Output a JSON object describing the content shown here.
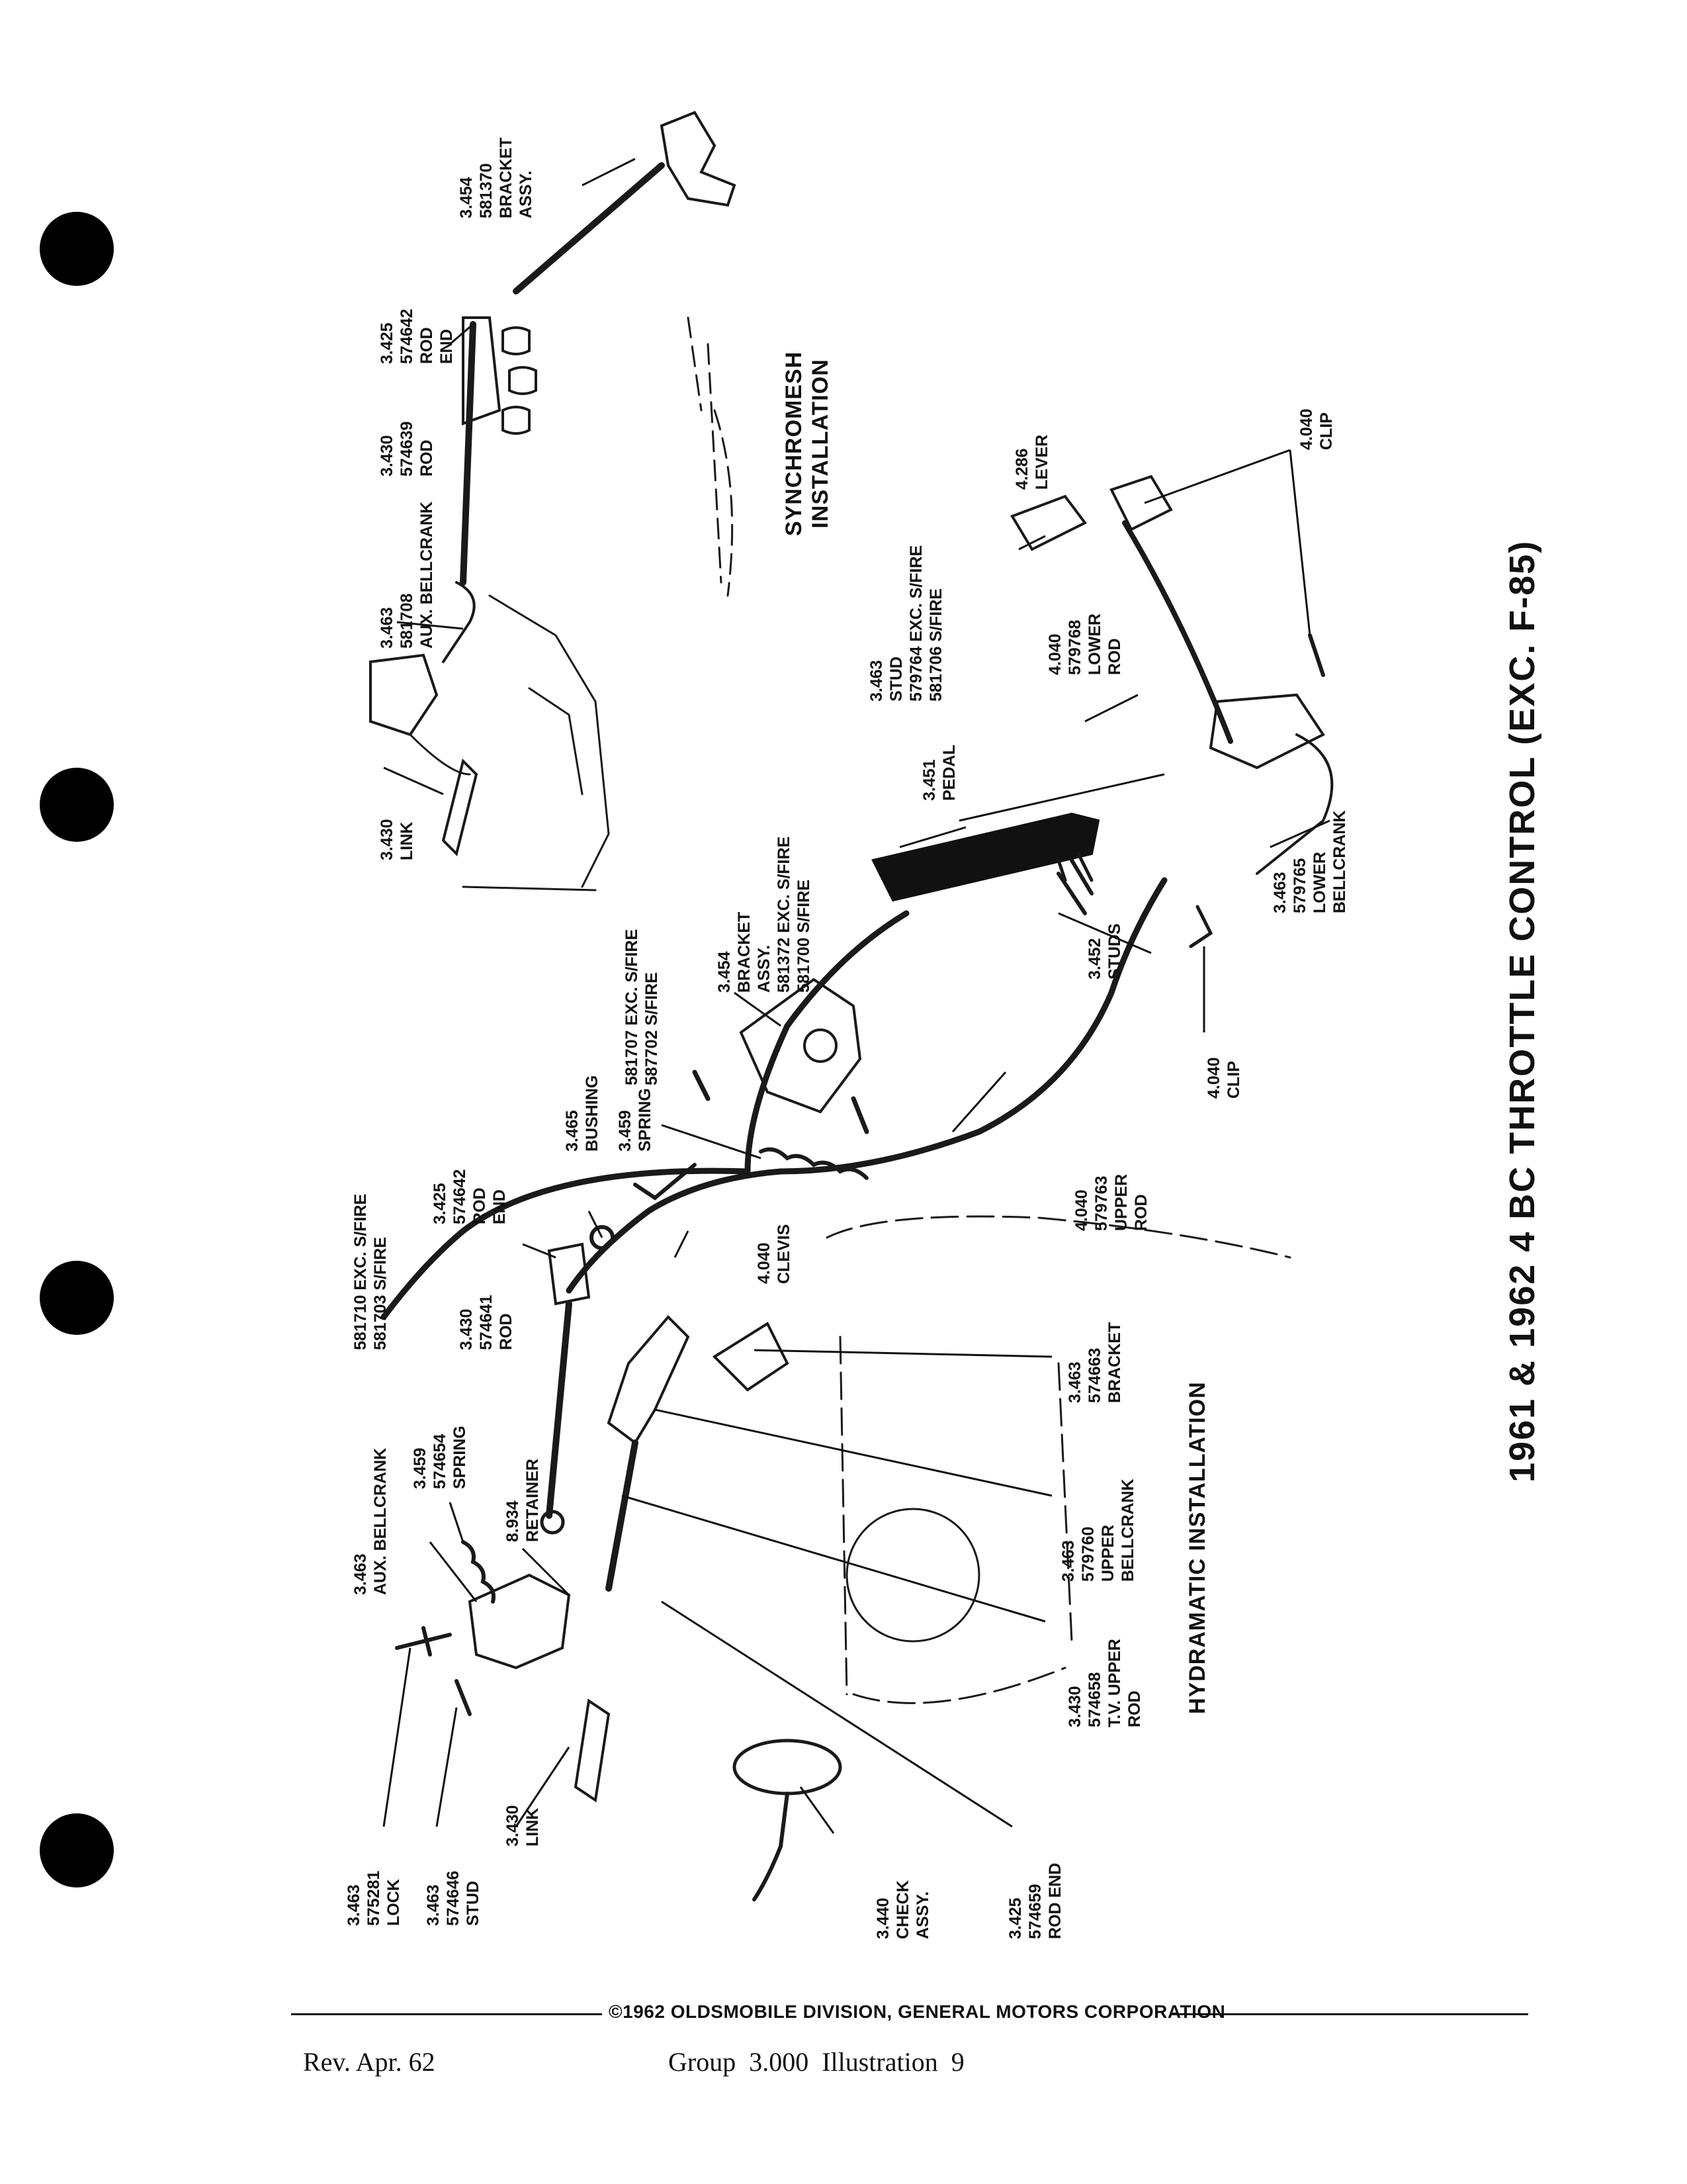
{
  "title": "1961 & 1962 4 BC THROTTLE CONTROL (EXC. F-85)",
  "sections": {
    "synchromesh": [
      "SYNCHROMESH",
      "INSTALLATION"
    ],
    "hydramatic": "HYDRAMATIC INSTALLATION"
  },
  "callouts": {
    "bracket_assy_top": [
      "3.454",
      "581370",
      "BRACKET",
      "ASSY."
    ],
    "rod_end_top": [
      "3.425",
      "574642",
      "ROD",
      "END"
    ],
    "rod_top": [
      "3.430",
      "574639",
      "ROD"
    ],
    "aux_bellcrank_top": [
      "3.463",
      "581708",
      "AUX. BELLCRANK"
    ],
    "link_top": [
      "3.430",
      "LINK"
    ],
    "lever": [
      "4.286",
      "LEVER"
    ],
    "clip_right": [
      "4.040",
      "CLIP"
    ],
    "lower_rod": [
      "4.040",
      "579768",
      "LOWER",
      "ROD"
    ],
    "stud_mid": [
      "3.463",
      "STUD",
      "579764 EXC. S/FIRE",
      "581706 S/FIRE"
    ],
    "pedal": [
      "3.451",
      "PEDAL"
    ],
    "bracket_assy_mid": [
      "3.454",
      "BRACKET",
      "ASSY.",
      "581372 EXC. S/FIRE",
      "581700 S/FIRE"
    ],
    "lower_bellcrank": [
      "3.463",
      "579765",
      "LOWER",
      "BELLCRANK"
    ],
    "studs": [
      "3.452",
      "STUDS"
    ],
    "clip_lower": [
      "4.040",
      "CLIP"
    ],
    "part_581707": [
      "581707 EXC. S/FIRE",
      "587702 S/FIRE"
    ],
    "bushing": [
      "3.465",
      "BUSHING"
    ],
    "spring_mid": [
      "3.459",
      "SPRING"
    ],
    "rod_end_mid": [
      "3.425",
      "574642",
      "ROD",
      "END"
    ],
    "upper_rod": [
      "4.040",
      "579763",
      "UPPER",
      "ROD"
    ],
    "clevis": [
      "4.040",
      "CLEVIS"
    ],
    "part_581710": [
      "581710 EXC. S/FIRE",
      "581703 S/FIRE"
    ],
    "rod_mid": [
      "3.430",
      "574641",
      "ROD"
    ],
    "bracket_lower": [
      "3.463",
      "574663",
      "BRACKET"
    ],
    "aux_bellcrank_low": [
      "3.463",
      "AUX. BELLCRANK"
    ],
    "spring_low": [
      "3.459",
      "574654",
      "SPRING"
    ],
    "retainer": [
      "8.934",
      "RETAINER"
    ],
    "upper_bellcrank": [
      "3.463",
      "579760",
      "UPPER",
      "BELLCRANK"
    ],
    "tv_upper_rod": [
      "3.430",
      "574658",
      "T.V. UPPER",
      "ROD"
    ],
    "lock": [
      "3.463",
      "575281",
      "LOCK"
    ],
    "stud_low": [
      "3.463",
      "574646",
      "STUD"
    ],
    "link_low": [
      "3.430",
      "LINK"
    ],
    "check_assy": [
      "3.440",
      "CHECK",
      "ASSY."
    ],
    "rod_end_low": [
      "3.425",
      "574659",
      "ROD END"
    ]
  },
  "footer": {
    "copyright": "©1962 OLDSMOBILE DIVISION, GENERAL MOTORS CORPORATION",
    "revision": "Rev. Apr. 62",
    "group": "Group  3.000  Illustration  9"
  }
}
